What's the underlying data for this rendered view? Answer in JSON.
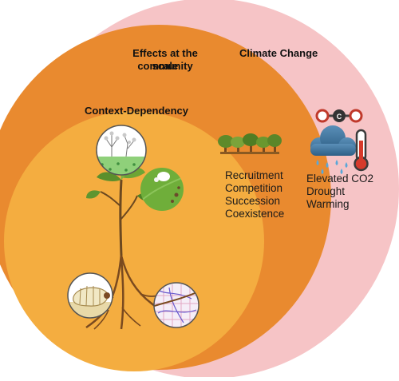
{
  "outer_circle": {
    "label": "Climate Change",
    "color": "#f6c4c6"
  },
  "middle_circle": {
    "label_line1": "Effects at the community",
    "label_line2": "scale",
    "color": "#e98a2f",
    "items": [
      "Recruitment",
      "Competition",
      "Succession",
      "Coexistence"
    ]
  },
  "inner_circle": {
    "label": "Context-Dependency",
    "color": "#f4ad40"
  },
  "climate_items": [
    "Elevated CO2",
    "Drought",
    "Warming"
  ],
  "icons": [
    "forest-icon",
    "co2-molecule-icon",
    "rain-cloud-icon",
    "thermometer-icon",
    "plant-icon",
    "fungi-inset-icon",
    "pathogen-leaf-inset-icon",
    "larva-inset-icon",
    "mycorrhiza-inset-icon"
  ]
}
